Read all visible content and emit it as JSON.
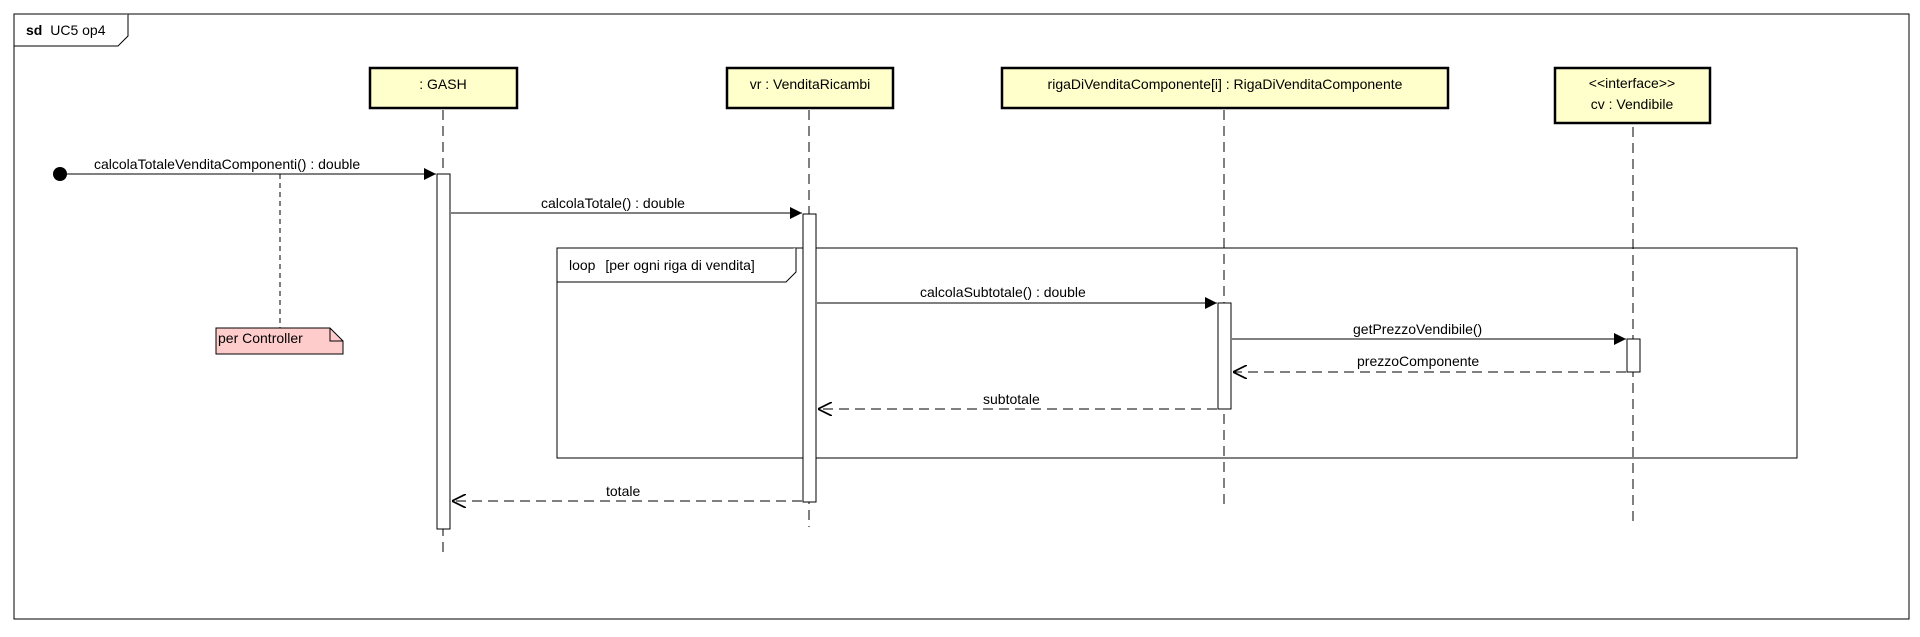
{
  "frame": {
    "keyword": "sd",
    "name": "UC5 op4"
  },
  "lifelines": [
    {
      "id": "gash",
      "label": ": GASH"
    },
    {
      "id": "vr",
      "label": "vr : VenditaRicambi"
    },
    {
      "id": "riga",
      "label": "rigaDiVenditaComponente[i] : RigaDiVenditaComponente"
    },
    {
      "id": "cv",
      "stereotype": "<<interface>>",
      "label": "cv : Vendibile"
    }
  ],
  "messages": [
    {
      "id": "m1",
      "label": "calcolaTotaleVenditaComponenti() : double",
      "from": "found",
      "to": "gash",
      "kind": "sync"
    },
    {
      "id": "m2",
      "label": "calcolaTotale() : double",
      "from": "gash",
      "to": "vr",
      "kind": "sync"
    },
    {
      "id": "m3",
      "label": "calcolaSubtotale() : double",
      "from": "vr",
      "to": "riga",
      "kind": "sync"
    },
    {
      "id": "m4",
      "label": "getPrezzoVendibile()",
      "from": "riga",
      "to": "cv",
      "kind": "sync"
    },
    {
      "id": "m5",
      "label": "prezzoComponente",
      "from": "cv",
      "to": "riga",
      "kind": "reply"
    },
    {
      "id": "m6",
      "label": "subtotale",
      "from": "riga",
      "to": "vr",
      "kind": "reply"
    },
    {
      "id": "m7",
      "label": "totale",
      "from": "vr",
      "to": "gash",
      "kind": "reply"
    }
  ],
  "fragment": {
    "operator": "loop",
    "guard": "[per ogni riga di vendita]"
  },
  "note": {
    "text": "per Controller"
  },
  "colors": {
    "participant_fill": "#ffffcc",
    "note_fill": "#ffcccc",
    "line": "#000000"
  }
}
